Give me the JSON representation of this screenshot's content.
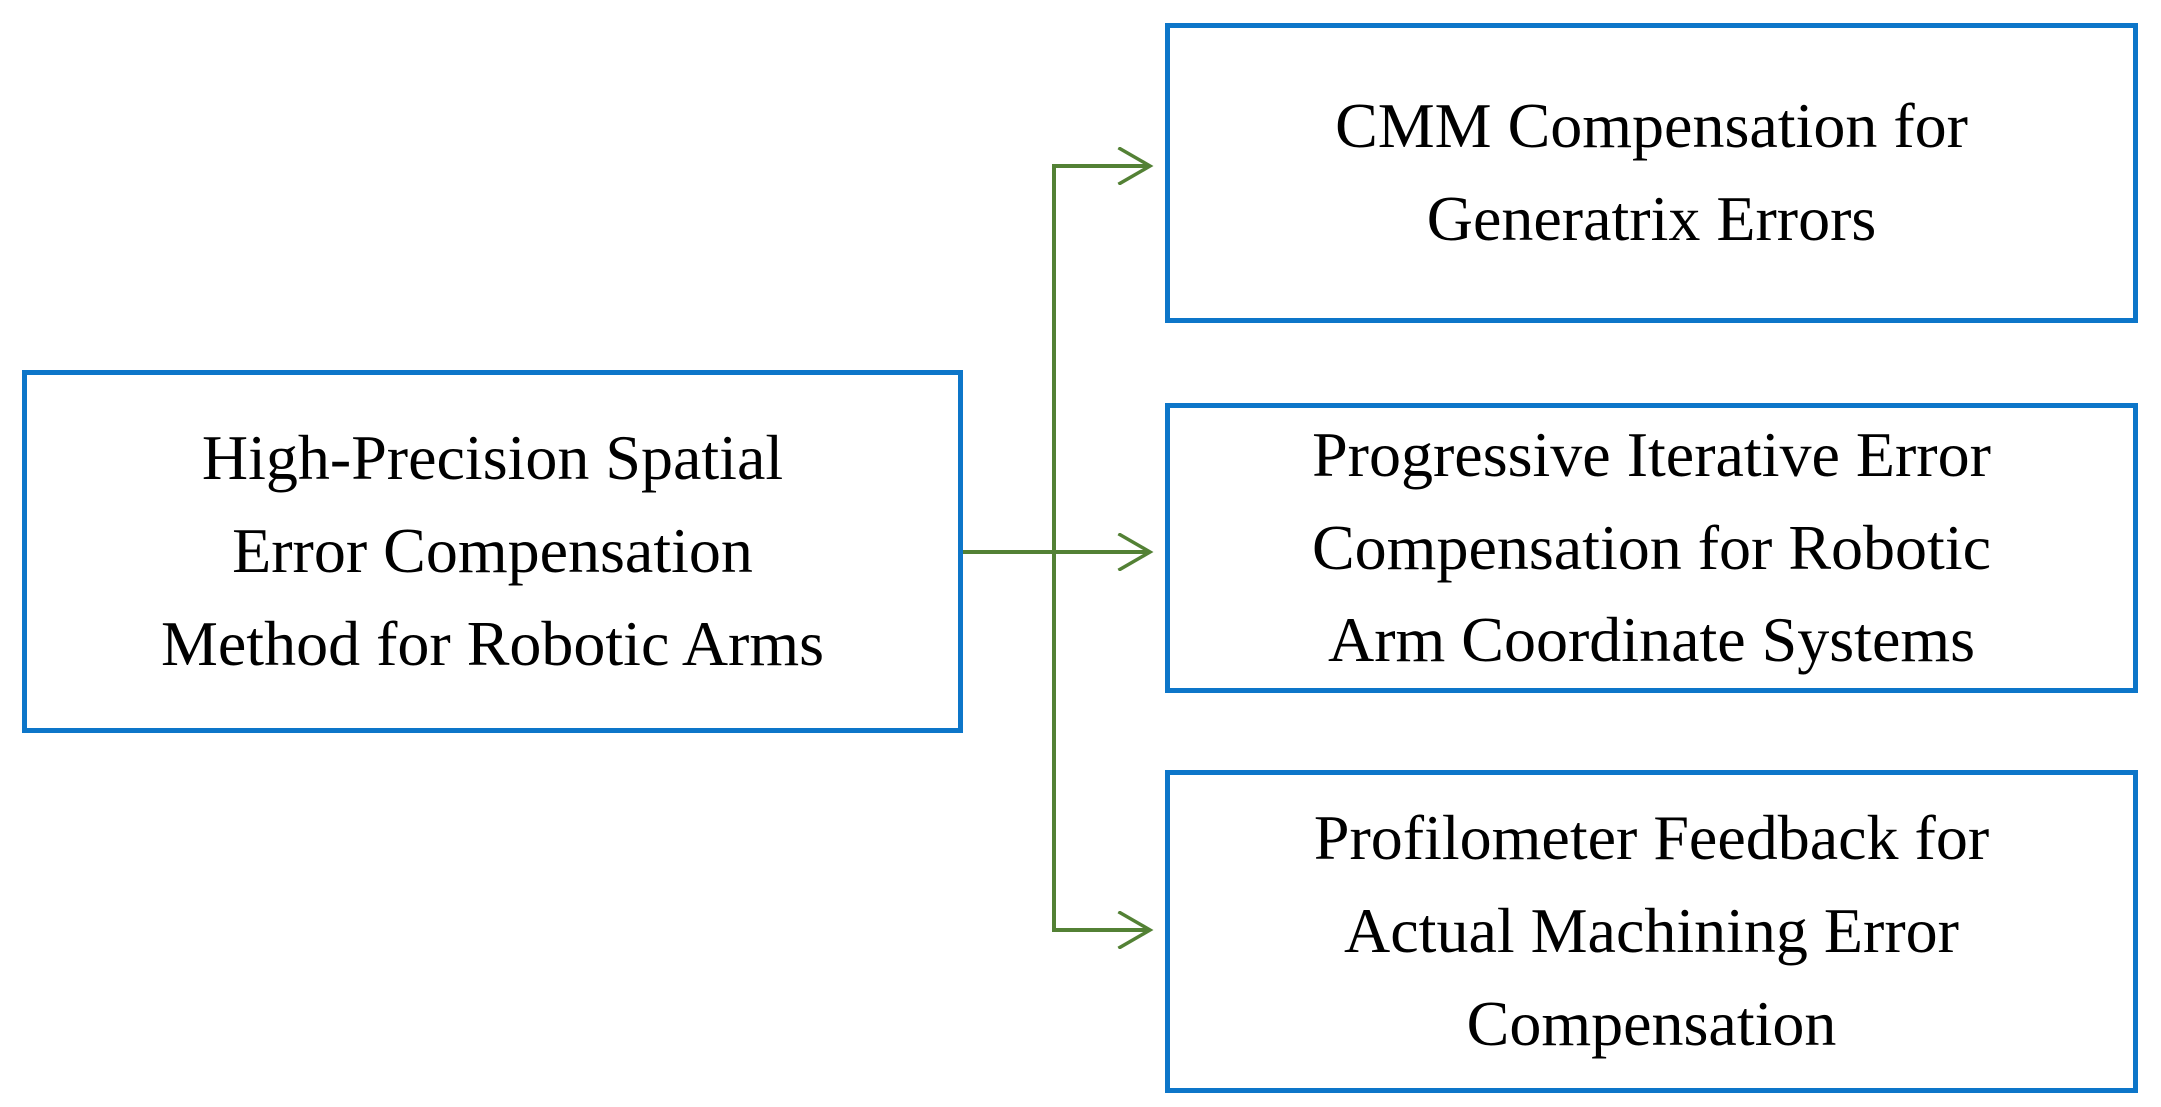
{
  "diagram": {
    "colors": {
      "box_border": "#0d76c9",
      "arrow": "#538135",
      "text": "#000000",
      "background": "#ffffff"
    },
    "root_box": {
      "lines": [
        "High-Precision Spatial",
        "Error Compensation",
        "Method for Robotic Arms"
      ]
    },
    "branch_boxes": [
      {
        "lines": [
          "CMM Compensation for",
          "Generatrix Errors"
        ]
      },
      {
        "lines": [
          "Progressive Iterative Error",
          "Compensation for Robotic",
          "Arm Coordinate Systems"
        ]
      },
      {
        "lines": [
          "Profilometer Feedback for",
          "Actual Machining Error",
          "Compensation"
        ]
      }
    ]
  }
}
